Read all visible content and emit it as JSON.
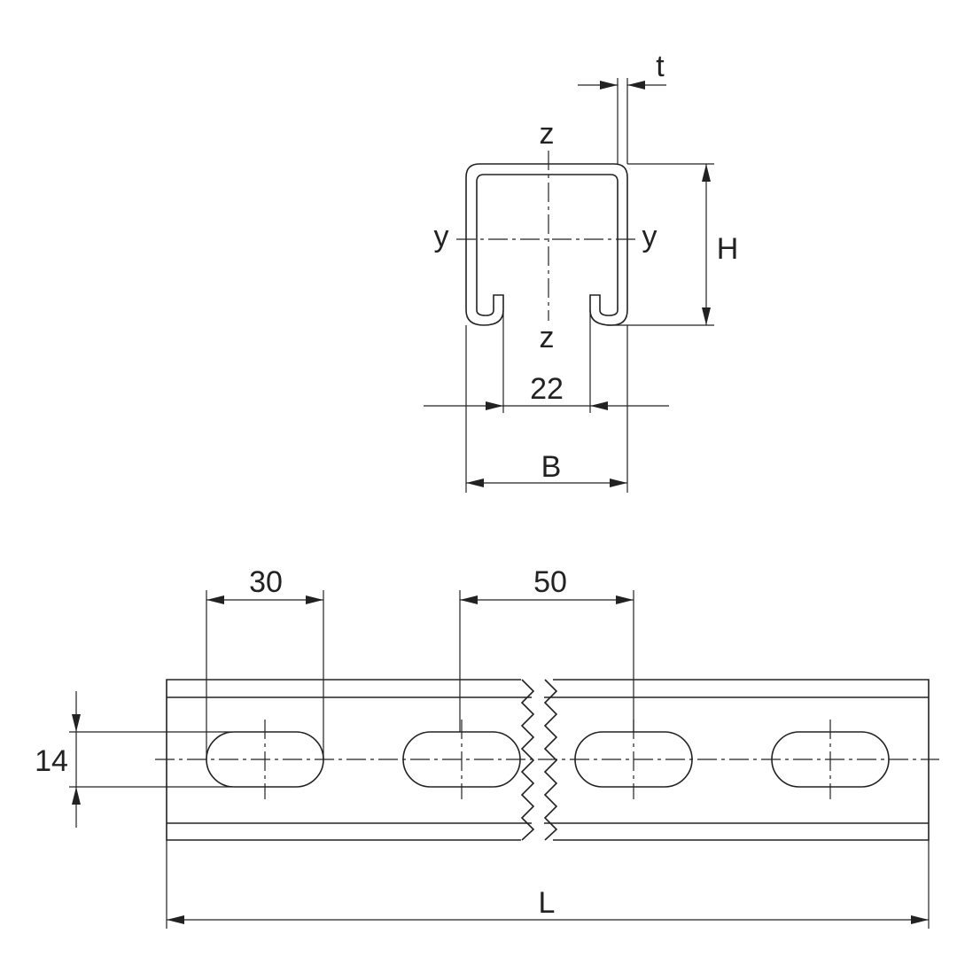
{
  "cross_section": {
    "thickness_label": "t",
    "height_label": "H",
    "slot_opening_label": "22",
    "width_label": "B",
    "axis_z_top": "z",
    "axis_z_bottom": "z",
    "axis_y_left": "y",
    "axis_y_right": "y"
  },
  "rail": {
    "slot_length_label": "30",
    "slot_pitch_label": "50",
    "slot_width_label": "14",
    "length_label": "L"
  }
}
